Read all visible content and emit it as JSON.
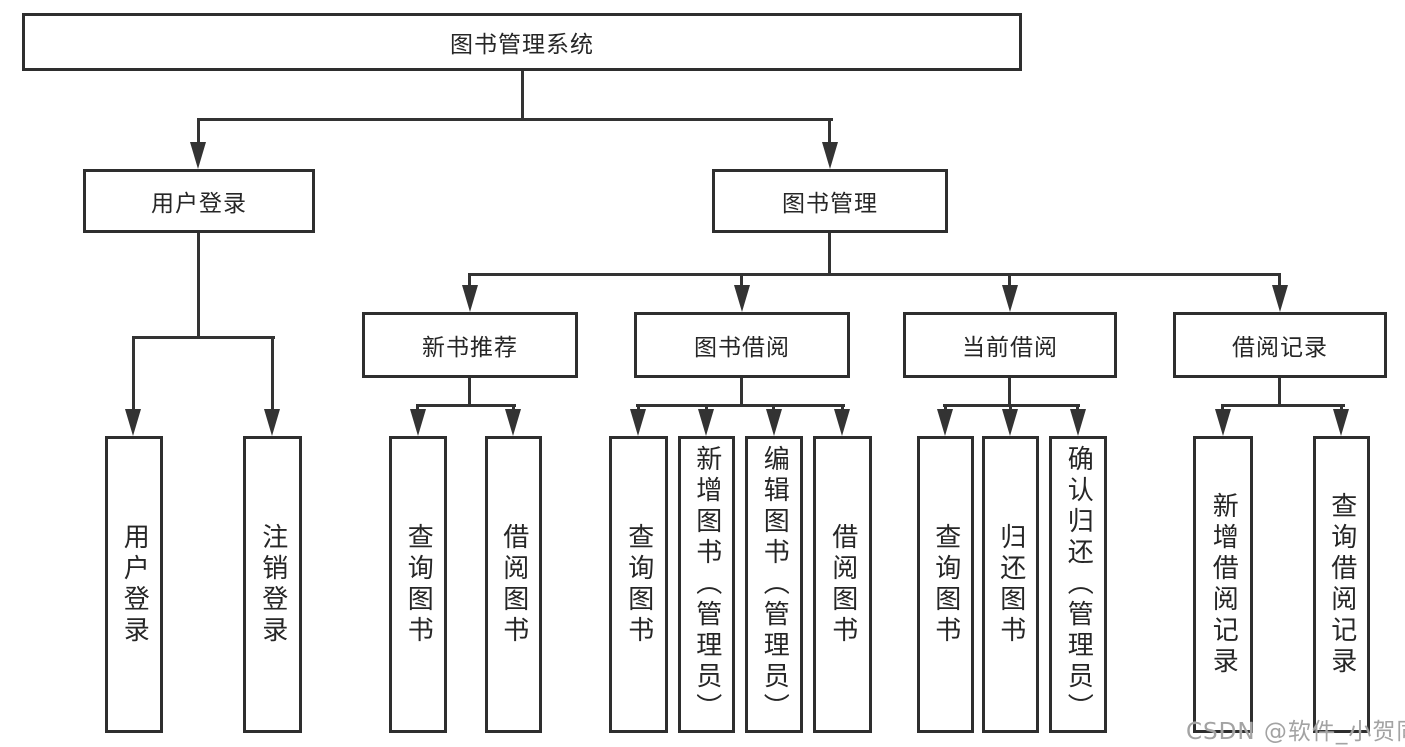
{
  "diagram": {
    "title": "图书管理系统",
    "colors": {
      "line": "#333333",
      "box_border": "#2e2e2e",
      "text": "#262626",
      "watermark": "#a3a3a3",
      "background": "#ffffff"
    },
    "nodes": {
      "root": {
        "label": "图书管理系统"
      },
      "l2": [
        {
          "label": "用户登录"
        },
        {
          "label": "图书管理"
        }
      ],
      "l3": [
        {
          "label": "新书推荐"
        },
        {
          "label": "图书借阅"
        },
        {
          "label": "当前借阅"
        },
        {
          "label": "借阅记录"
        }
      ],
      "leaves": [
        {
          "label": "用户登录"
        },
        {
          "label": "注销登录"
        },
        {
          "label": "查询图书"
        },
        {
          "label": "借阅图书"
        },
        {
          "label": "查询图书"
        },
        {
          "label": "新增图书（管理员）"
        },
        {
          "label": "编辑图书（管理员）"
        },
        {
          "label": "借阅图书"
        },
        {
          "label": "查询图书"
        },
        {
          "label": "归还图书"
        },
        {
          "label": "确认归还（管理员）"
        },
        {
          "label": "新增借阅记录"
        },
        {
          "label": "查询借阅记录"
        }
      ]
    },
    "watermark": "CSDN @软件_小贺同学"
  }
}
